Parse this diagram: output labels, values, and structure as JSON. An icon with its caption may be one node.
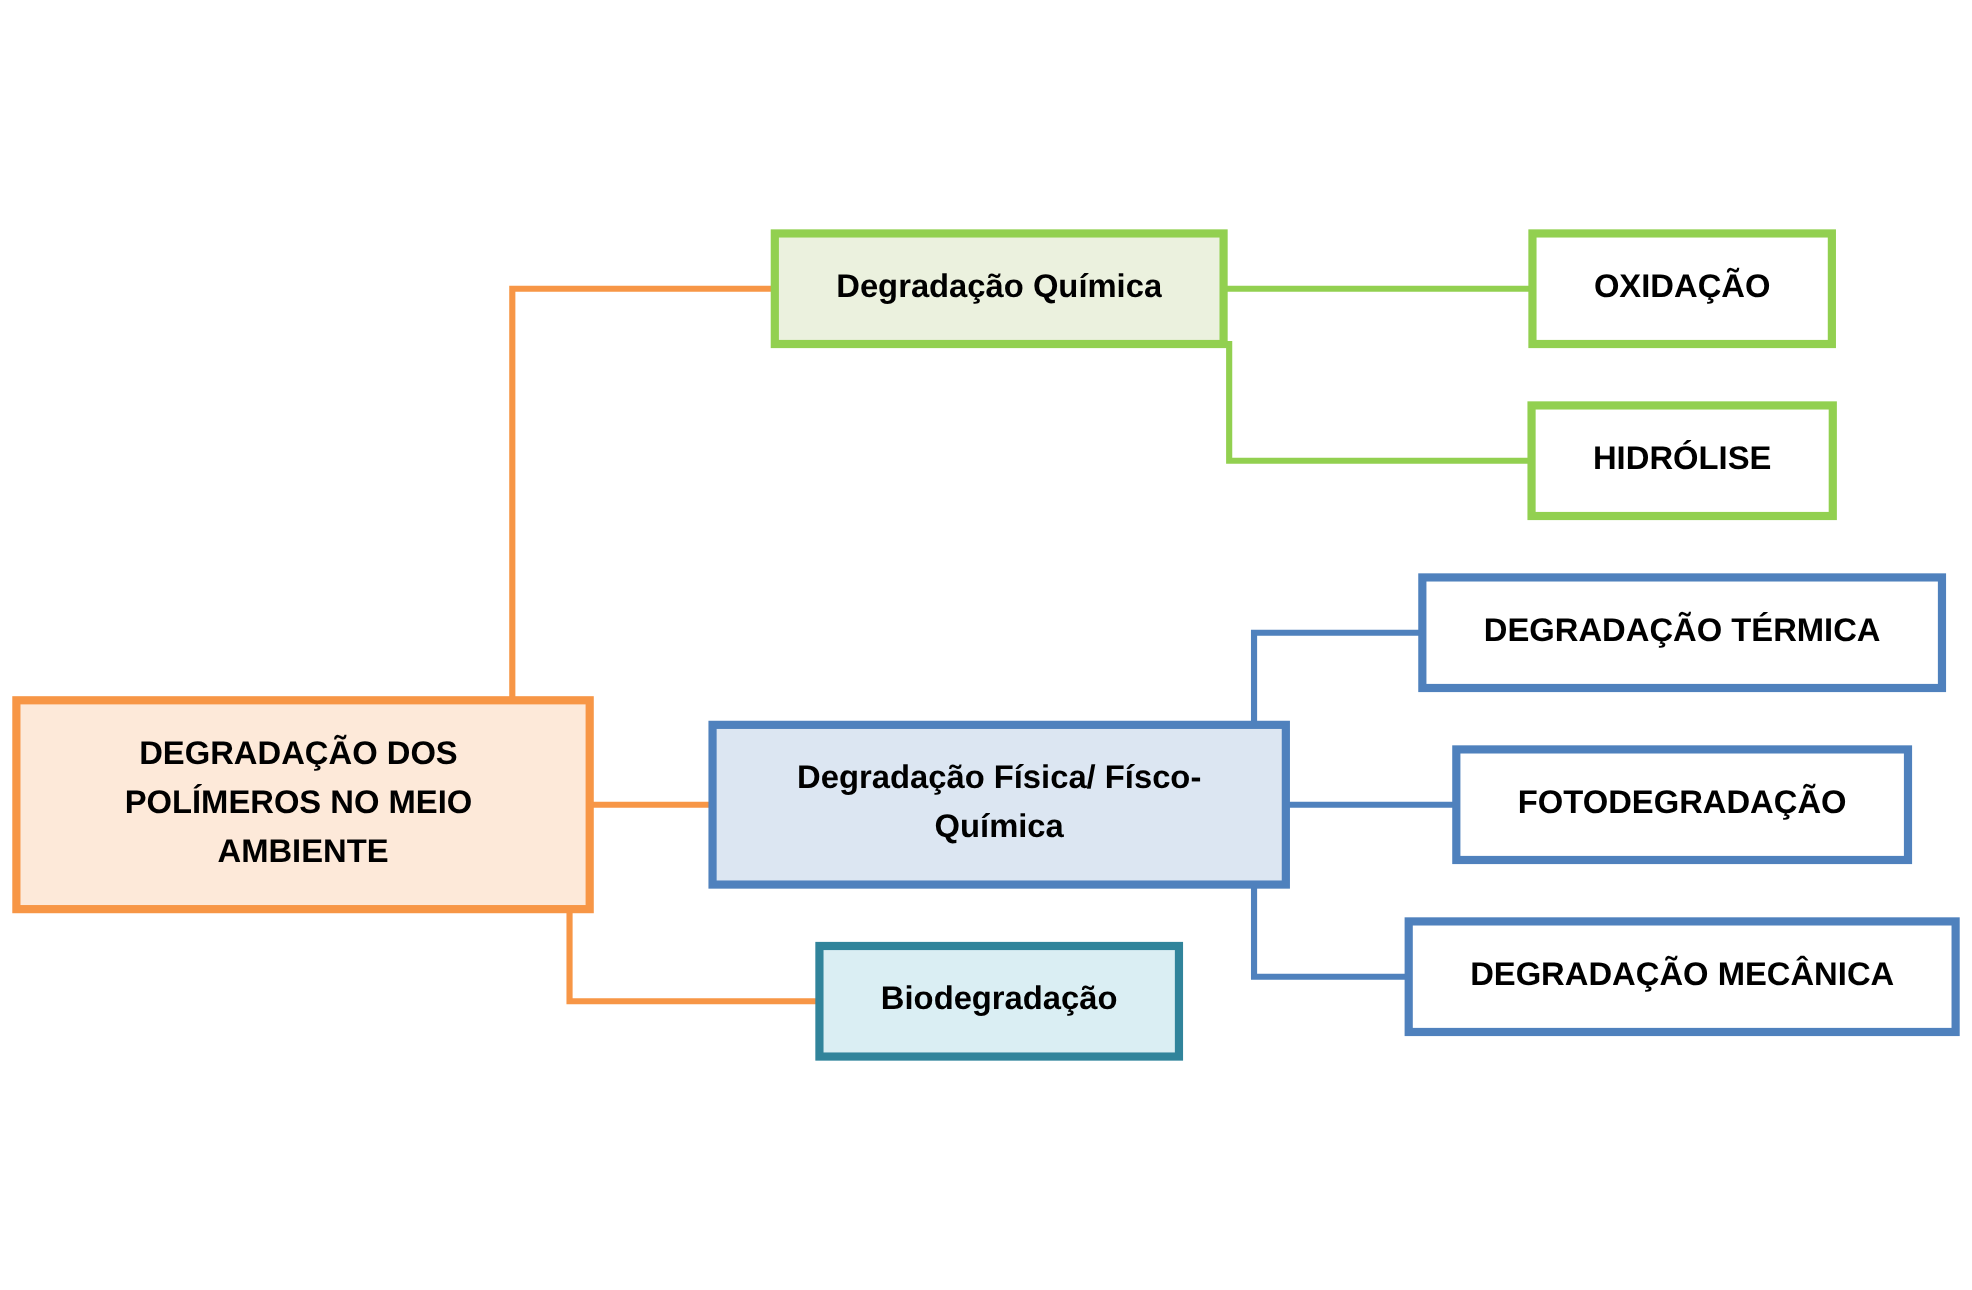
{
  "diagram": {
    "nodes": [
      {
        "text": [
          "DEGRADAÇÃO DOS POLÍMEROS NO MEIO AMBIENTE"
        ]
      },
      {
        "text": [
          "Degradação Química"
        ]
      },
      {
        "text": [
          "OXIDAÇÃO"
        ]
      },
      {
        "text": [
          "HIDRÓLISE"
        ]
      },
      {
        "text": [
          "Degradação Física/ Físco-Química"
        ]
      },
      {
        "text": [
          "DEGRADAÇÃO TÉRMICA"
        ]
      },
      {
        "text": [
          "FOTODEGRADAÇÃO"
        ]
      },
      {
        "text": [
          "DEGRADAÇÃO MECÂNICA"
        ]
      },
      {
        "text": [
          "Biodegradação"
        ]
      }
    ],
    "edges": [
      {
        "from": 0,
        "to": 1,
        "arrow": "none",
        "color": "#f79646"
      },
      {
        "from": 0,
        "to": 4,
        "arrow": "none",
        "color": "#f79646"
      },
      {
        "from": 0,
        "to": 8,
        "arrow": "none",
        "color": "#f79646"
      },
      {
        "from": 1,
        "to": 2,
        "arrow": "none",
        "color": "#92d050"
      },
      {
        "from": 1,
        "to": 3,
        "arrow": "none",
        "color": "#92d050"
      },
      {
        "from": 4,
        "to": 5,
        "arrow": "none",
        "color": "#4f81bd"
      },
      {
        "from": 4,
        "to": 6,
        "arrow": "none",
        "color": "#4f81bd"
      },
      {
        "from": 4,
        "to": 7,
        "arrow": "none",
        "color": "#4f81bd"
      }
    ]
  }
}
